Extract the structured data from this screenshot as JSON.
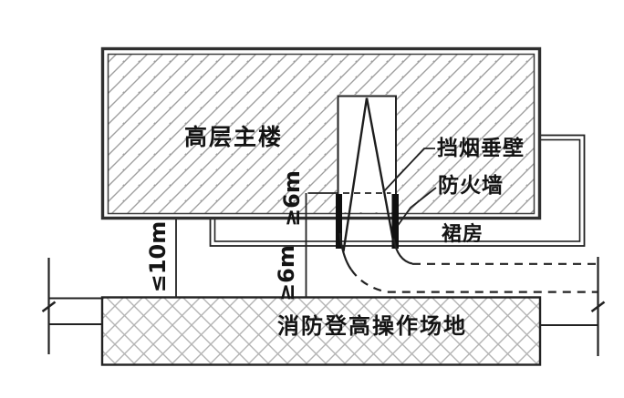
{
  "diagram": {
    "title_hint": "fire-access-clearance-diagram",
    "labels": {
      "main_building": "高层主楼",
      "smoke_curtain": "挡烟垂壁",
      "fire_wall": "防火墙",
      "podium": "裙房",
      "operation_site": "消防登高操作场地"
    },
    "dimensions": {
      "building_to_site": "≤10m",
      "curtain_clearance": "≥6m",
      "podium_clearance": "≥6m"
    },
    "colors": {
      "line": "#222222",
      "thick_line": "#2f2f2f",
      "hatch": "#9f9f9f",
      "cross_hatch": "#b3b3b3",
      "text": "#141414",
      "background": "#ffffff"
    }
  }
}
